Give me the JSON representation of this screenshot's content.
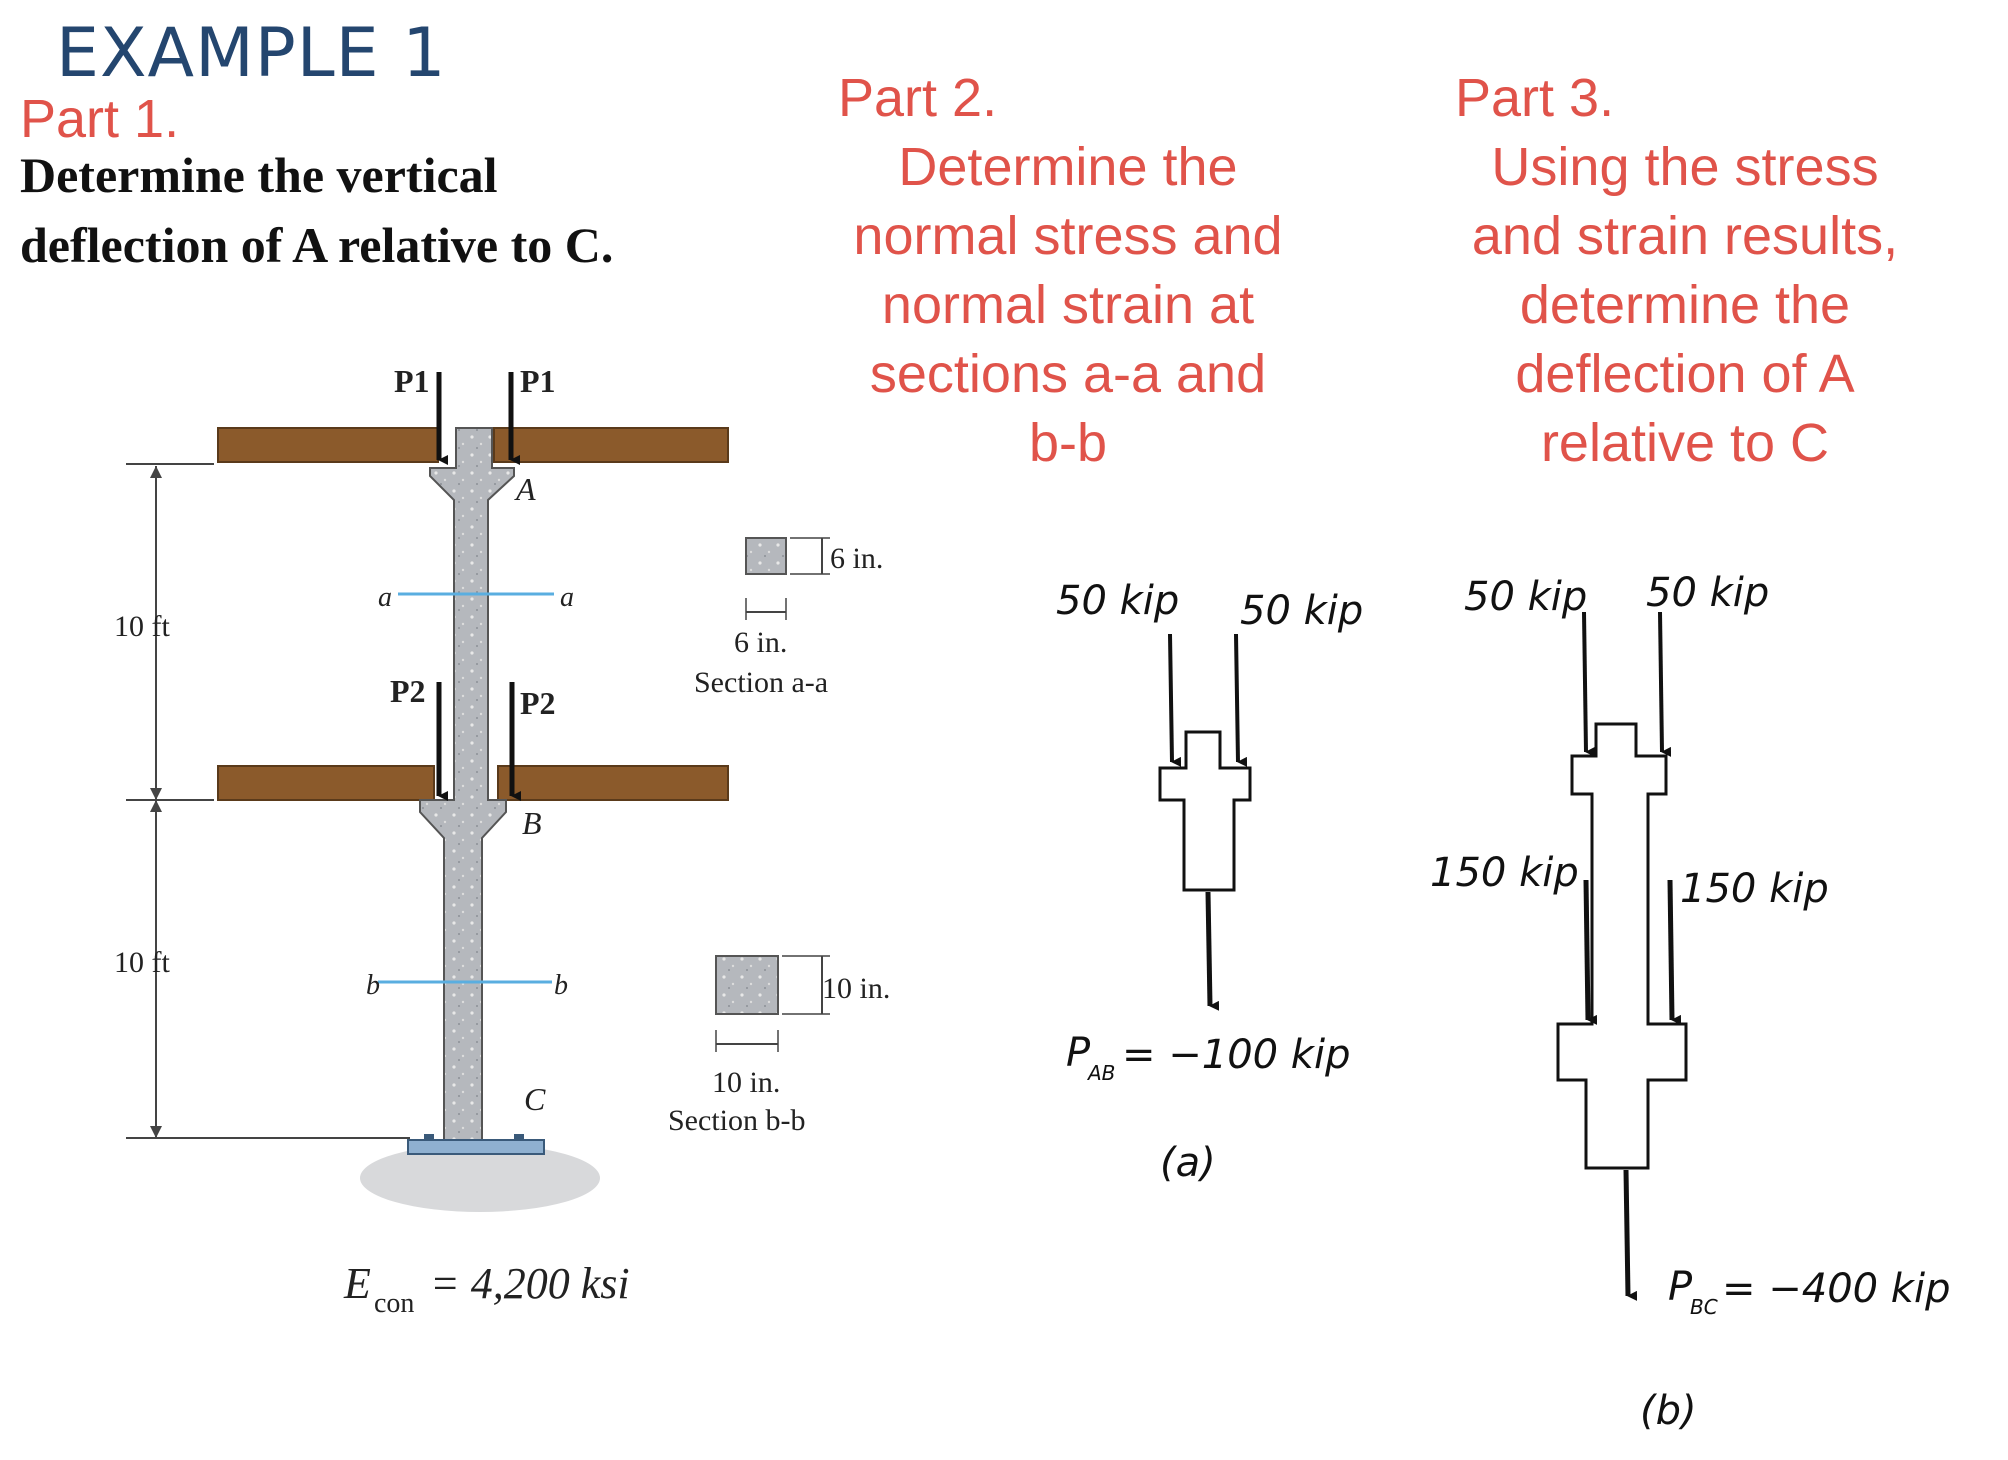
{
  "title": "EXAMPLE 1",
  "part1": {
    "label": "Part 1.",
    "question_line1": "Determine the vertical",
    "question_line2": "deflection of A relative to C."
  },
  "part2": {
    "label": "Part 2.",
    "lines": [
      "Determine the",
      "normal stress and",
      "normal strain at",
      "sections a-a and",
      "b-b"
    ]
  },
  "part3": {
    "label": "Part 3.",
    "lines": [
      "Using the stress",
      "and strain results,",
      "determine the",
      "deflection of A",
      "relative to C"
    ]
  },
  "figure": {
    "load_top": "P1",
    "load_mid": "P2",
    "point_a": "A",
    "point_b": "B",
    "point_c": "C",
    "sec_a": "a",
    "sec_b": "b",
    "dim_upper": "10 ft",
    "dim_lower": "10 ft",
    "section_aa": {
      "side": "6 in.",
      "width": "6 in.",
      "caption": "Section a-a"
    },
    "section_bb": {
      "side": "10 in.",
      "width": "10 in.",
      "caption": "Section b-b"
    },
    "modulus": "E",
    "modulus_sub": "con",
    "modulus_value": "= 4,200 ksi",
    "colors": {
      "beam": "#8b5a2b",
      "concrete": "#b5b8bd",
      "section_line": "#5aaee0",
      "plate": "#8fb0d0"
    }
  },
  "fbd_a": {
    "load_left": "50 kip",
    "load_right": "50 kip",
    "result": "P",
    "result_sub": "AB",
    "result_value": "= −100 kip",
    "caption": "(a)"
  },
  "fbd_b": {
    "load_top_left": "50 kip",
    "load_top_right": "50 kip",
    "load_mid_left": "150 kip",
    "load_mid_right": "150 kip",
    "result": "P",
    "result_sub": "BC",
    "result_value": "= −400 kip",
    "caption": "(b)"
  }
}
